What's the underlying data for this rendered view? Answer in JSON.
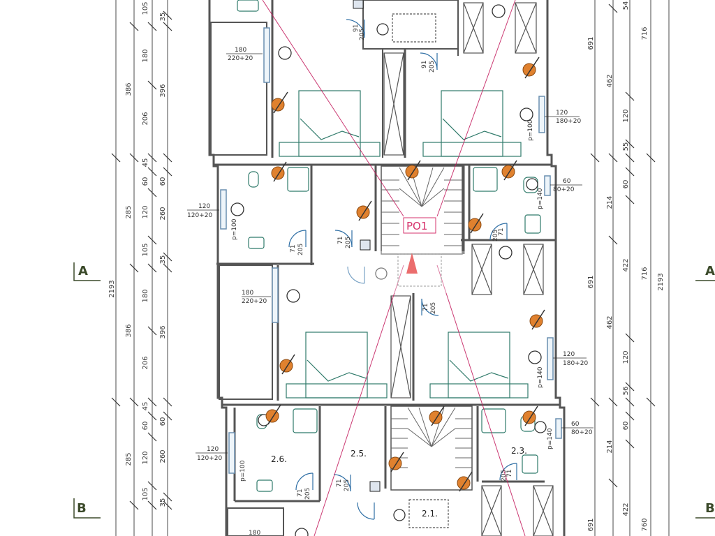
{
  "section_marks": {
    "a_left": "A",
    "a_right": "A",
    "b_left": "B",
    "b_right": "B"
  },
  "rooms": {
    "r26": "2.6.",
    "r25": "2.5.",
    "r23": "2.3.",
    "r21": "2.1."
  },
  "stair_label": "PO1",
  "left_dims": {
    "outer_total": "2193",
    "mid": [
      "386",
      "285",
      "386",
      "285"
    ],
    "inner_a": [
      "105",
      "180",
      "206",
      "45",
      "60",
      "120",
      "105",
      "180",
      "206",
      "45",
      "60",
      "120",
      "105"
    ],
    "inner_b": [
      "35",
      "396",
      "60",
      "260",
      "35",
      "396",
      "60",
      "260",
      "35"
    ]
  },
  "right_dims": {
    "outer_total": "2193",
    "col1": [
      "691",
      "691",
      "691"
    ],
    "col2": [
      "462",
      "120",
      "55",
      "60",
      "214",
      "422",
      "462",
      "120",
      "56",
      "60",
      "214",
      "422"
    ],
    "col3": [
      "716",
      "716",
      "760"
    ],
    "small_top": [
      "54"
    ]
  },
  "windows": [
    {
      "size": "180",
      "sill": "220+20"
    },
    {
      "size": "120",
      "sill": "180+20"
    },
    {
      "size": "120",
      "sill": "120+20"
    },
    {
      "size": "60",
      "sill": "80+20"
    },
    {
      "size": "180",
      "sill": "220+20"
    },
    {
      "size": "120",
      "sill": "180+20"
    },
    {
      "size": "60",
      "sill": "80+20"
    },
    {
      "size": "120",
      "sill": "120+20"
    },
    {
      "size": "180",
      "sill": ""
    }
  ],
  "doors": [
    {
      "w": "91",
      "h": "205"
    },
    {
      "w": "91",
      "h": "205"
    },
    {
      "w": "71",
      "h": "205"
    },
    {
      "w": "71",
      "h": "205"
    },
    {
      "w": "71",
      "h": "205"
    },
    {
      "w": "71",
      "h": "205"
    },
    {
      "w": "71",
      "h": "205"
    },
    {
      "w": "71",
      "h": "205"
    },
    {
      "w": "71",
      "h": "205"
    }
  ],
  "parapets": [
    "p=100",
    "p=100",
    "p=100",
    "p=140",
    "p=140",
    "p=140"
  ],
  "colors": {
    "wall": "#555555",
    "fixture": "#2f7a6a",
    "diagonal": "#c2185b",
    "fan": "#e0812e",
    "marker": "#e02020"
  }
}
